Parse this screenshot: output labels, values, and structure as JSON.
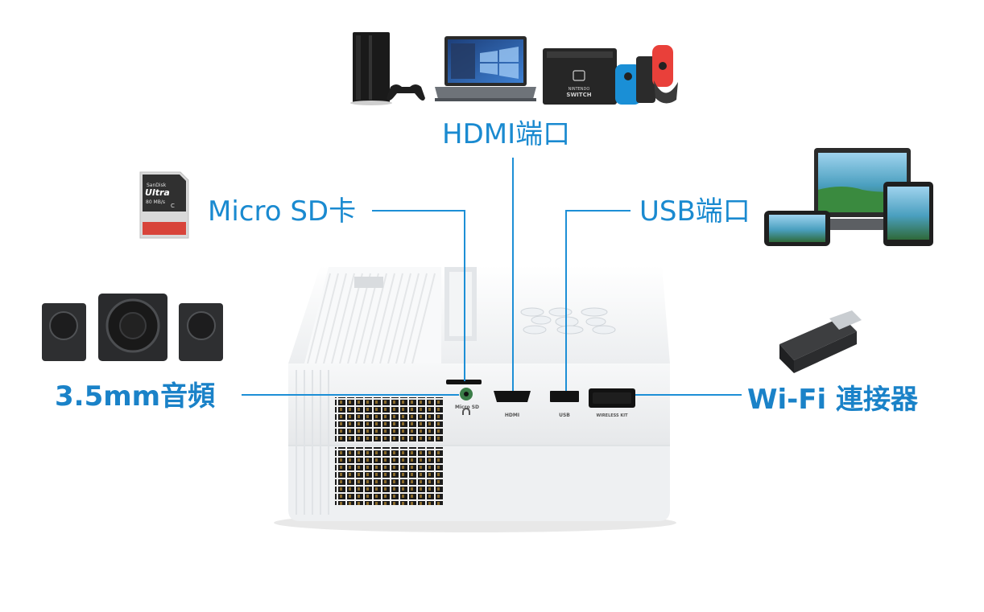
{
  "labels": {
    "hdmi": "HDMI端口",
    "micro_sd": "Micro SD卡",
    "usb": "USB端口",
    "audio": "3.5mm音頻",
    "wifi": "Wi-Fi 連接器"
  },
  "sd_card": {
    "brand": "SanDisk",
    "line": "Ultra",
    "capacity": "80 MB/s",
    "class": "C"
  },
  "switch_text": {
    "line1": "NINTENDO",
    "line2": "SWITCH"
  },
  "port_labels": {
    "micro_sd": "Micro SD",
    "hdmi": "HDMI",
    "usb": "USB",
    "wireless": "WIRELESS KIT"
  },
  "colors": {
    "label_blue": "#1a8ad0",
    "line_blue": "#1d8fd6",
    "projector_white": "#f2f3f4",
    "vent_gold": "#b8923a"
  }
}
